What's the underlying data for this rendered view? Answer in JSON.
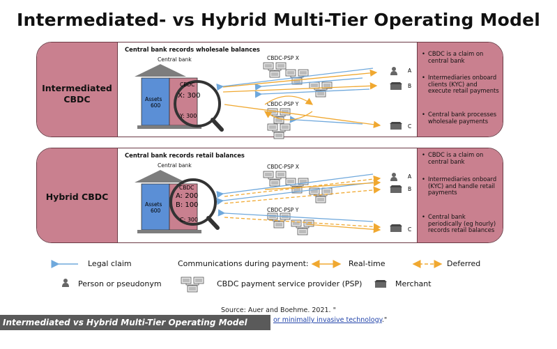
{
  "title": "Intermediated- vs Hybrid Multi-Tier Operating Model",
  "panels": [
    {
      "label_line1": "Intermediated",
      "label_line2": "CBDC",
      "heading": "Central bank records wholesale balances",
      "central_bank": "Central bank",
      "assets_line1": "Assets",
      "assets_line2": "600",
      "ledger_title": "CBDC",
      "ledger_rows": [
        "X: 300",
        "Y: 300"
      ],
      "psp_top": "CBDC-PSP X",
      "psp_bottom": "CBDC-PSP Y",
      "users": [
        "A",
        "B",
        "C"
      ],
      "bullets": [
        "CBDC is a claim on central bank",
        "Intermediaries onboard clients (KYC) and execute retail payments",
        "Central bank processes wholesale payments"
      ]
    },
    {
      "label_line1": "Hybrid CBDC",
      "label_line2": "",
      "heading": "Central bank records retail balances",
      "central_bank": "Central bank",
      "assets_line1": "Assets",
      "assets_line2": "600",
      "ledger_title": "CBDC",
      "ledger_rows": [
        "A: 200",
        "B: 100",
        "C: 300"
      ],
      "psp_top": "CBDC-PSP X",
      "psp_bottom": "CBDC-PSP Y",
      "users": [
        "A",
        "B",
        "C"
      ],
      "bullets": [
        "CBDC is a claim on central bank",
        "Intermediaries onboard (KYC) and handle retail payments",
        "Central bank periodically (eg hourly) records retail balances"
      ]
    }
  ],
  "legend": {
    "legal_claim": "Legal claim",
    "communications": "Communications during payment:",
    "realtime": "Real-time",
    "deferred": "Deferred",
    "person": "Person or pseudonym",
    "psp": "CBDC payment service provider (PSP)",
    "merchant": "Merchant"
  },
  "source": {
    "prefix": "Source: Auer and Boehme. 2021. \"",
    "link_text": "or minimally invasive technology",
    "suffix": ".\""
  },
  "caption": "Intermediated vs Hybrid Multi-Tier Operating Model",
  "colors": {
    "panel_fill": "#c9808f",
    "assets_fill": "#5b8fd6",
    "ledger_fill": "#c9808f",
    "legal_arrow": "#6fa8dc",
    "realtime_arrow": "#f0a830"
  }
}
